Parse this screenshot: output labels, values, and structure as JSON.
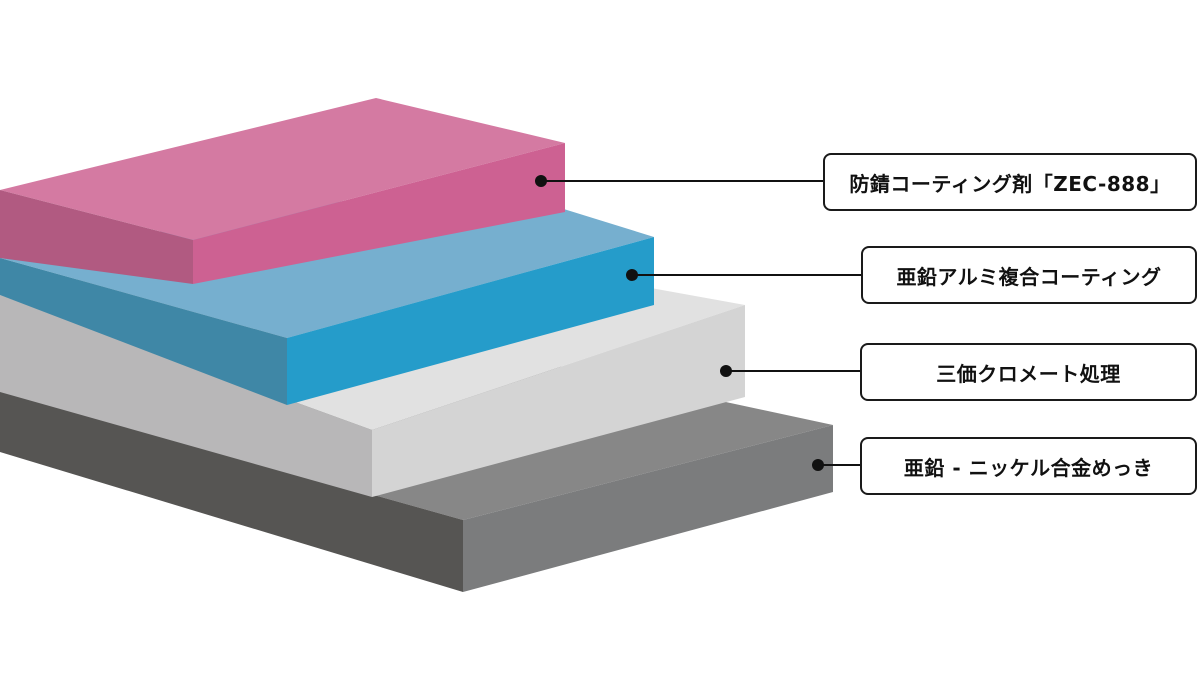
{
  "layers": [
    {
      "label": "防錆コーティング剤「ZEC-888」",
      "colors": {
        "top": "#d47aa2",
        "front": "#cd6192",
        "side": "#b15a81"
      }
    },
    {
      "label": "亜鉛アルミ複合コーティング",
      "colors": {
        "top": "#76afcf",
        "front": "#259cca",
        "side": "#3f87a6"
      }
    },
    {
      "label": "三価クロメート処理",
      "colors": {
        "top": "#e1e1e1",
        "front": "#d4d4d4",
        "side": "#b8b7b8"
      }
    },
    {
      "label": "亜鉛 - ニッケル合金めっき",
      "colors": {
        "top": "#878787",
        "front": "#7b7c7d",
        "side": "#565553"
      }
    }
  ],
  "leader_color": "#111111"
}
